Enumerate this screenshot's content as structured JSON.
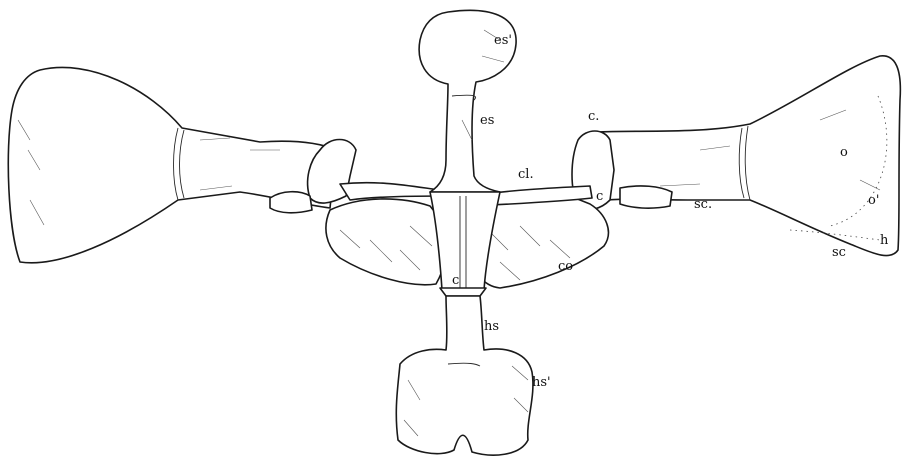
{
  "labels": {
    "es_prime": "es'",
    "es": "es",
    "cl": "cl.",
    "c_top": "c.",
    "c_right": "c",
    "c_center": "c",
    "co": "co",
    "sc": "sc.",
    "sc_prime": "sc",
    "o": "o",
    "o_prime": "o'",
    "h": "h",
    "hs": "hs",
    "hs_prime": "hs'"
  },
  "colors": {
    "ink": "#1a1a1a",
    "paper": "#ffffff"
  }
}
